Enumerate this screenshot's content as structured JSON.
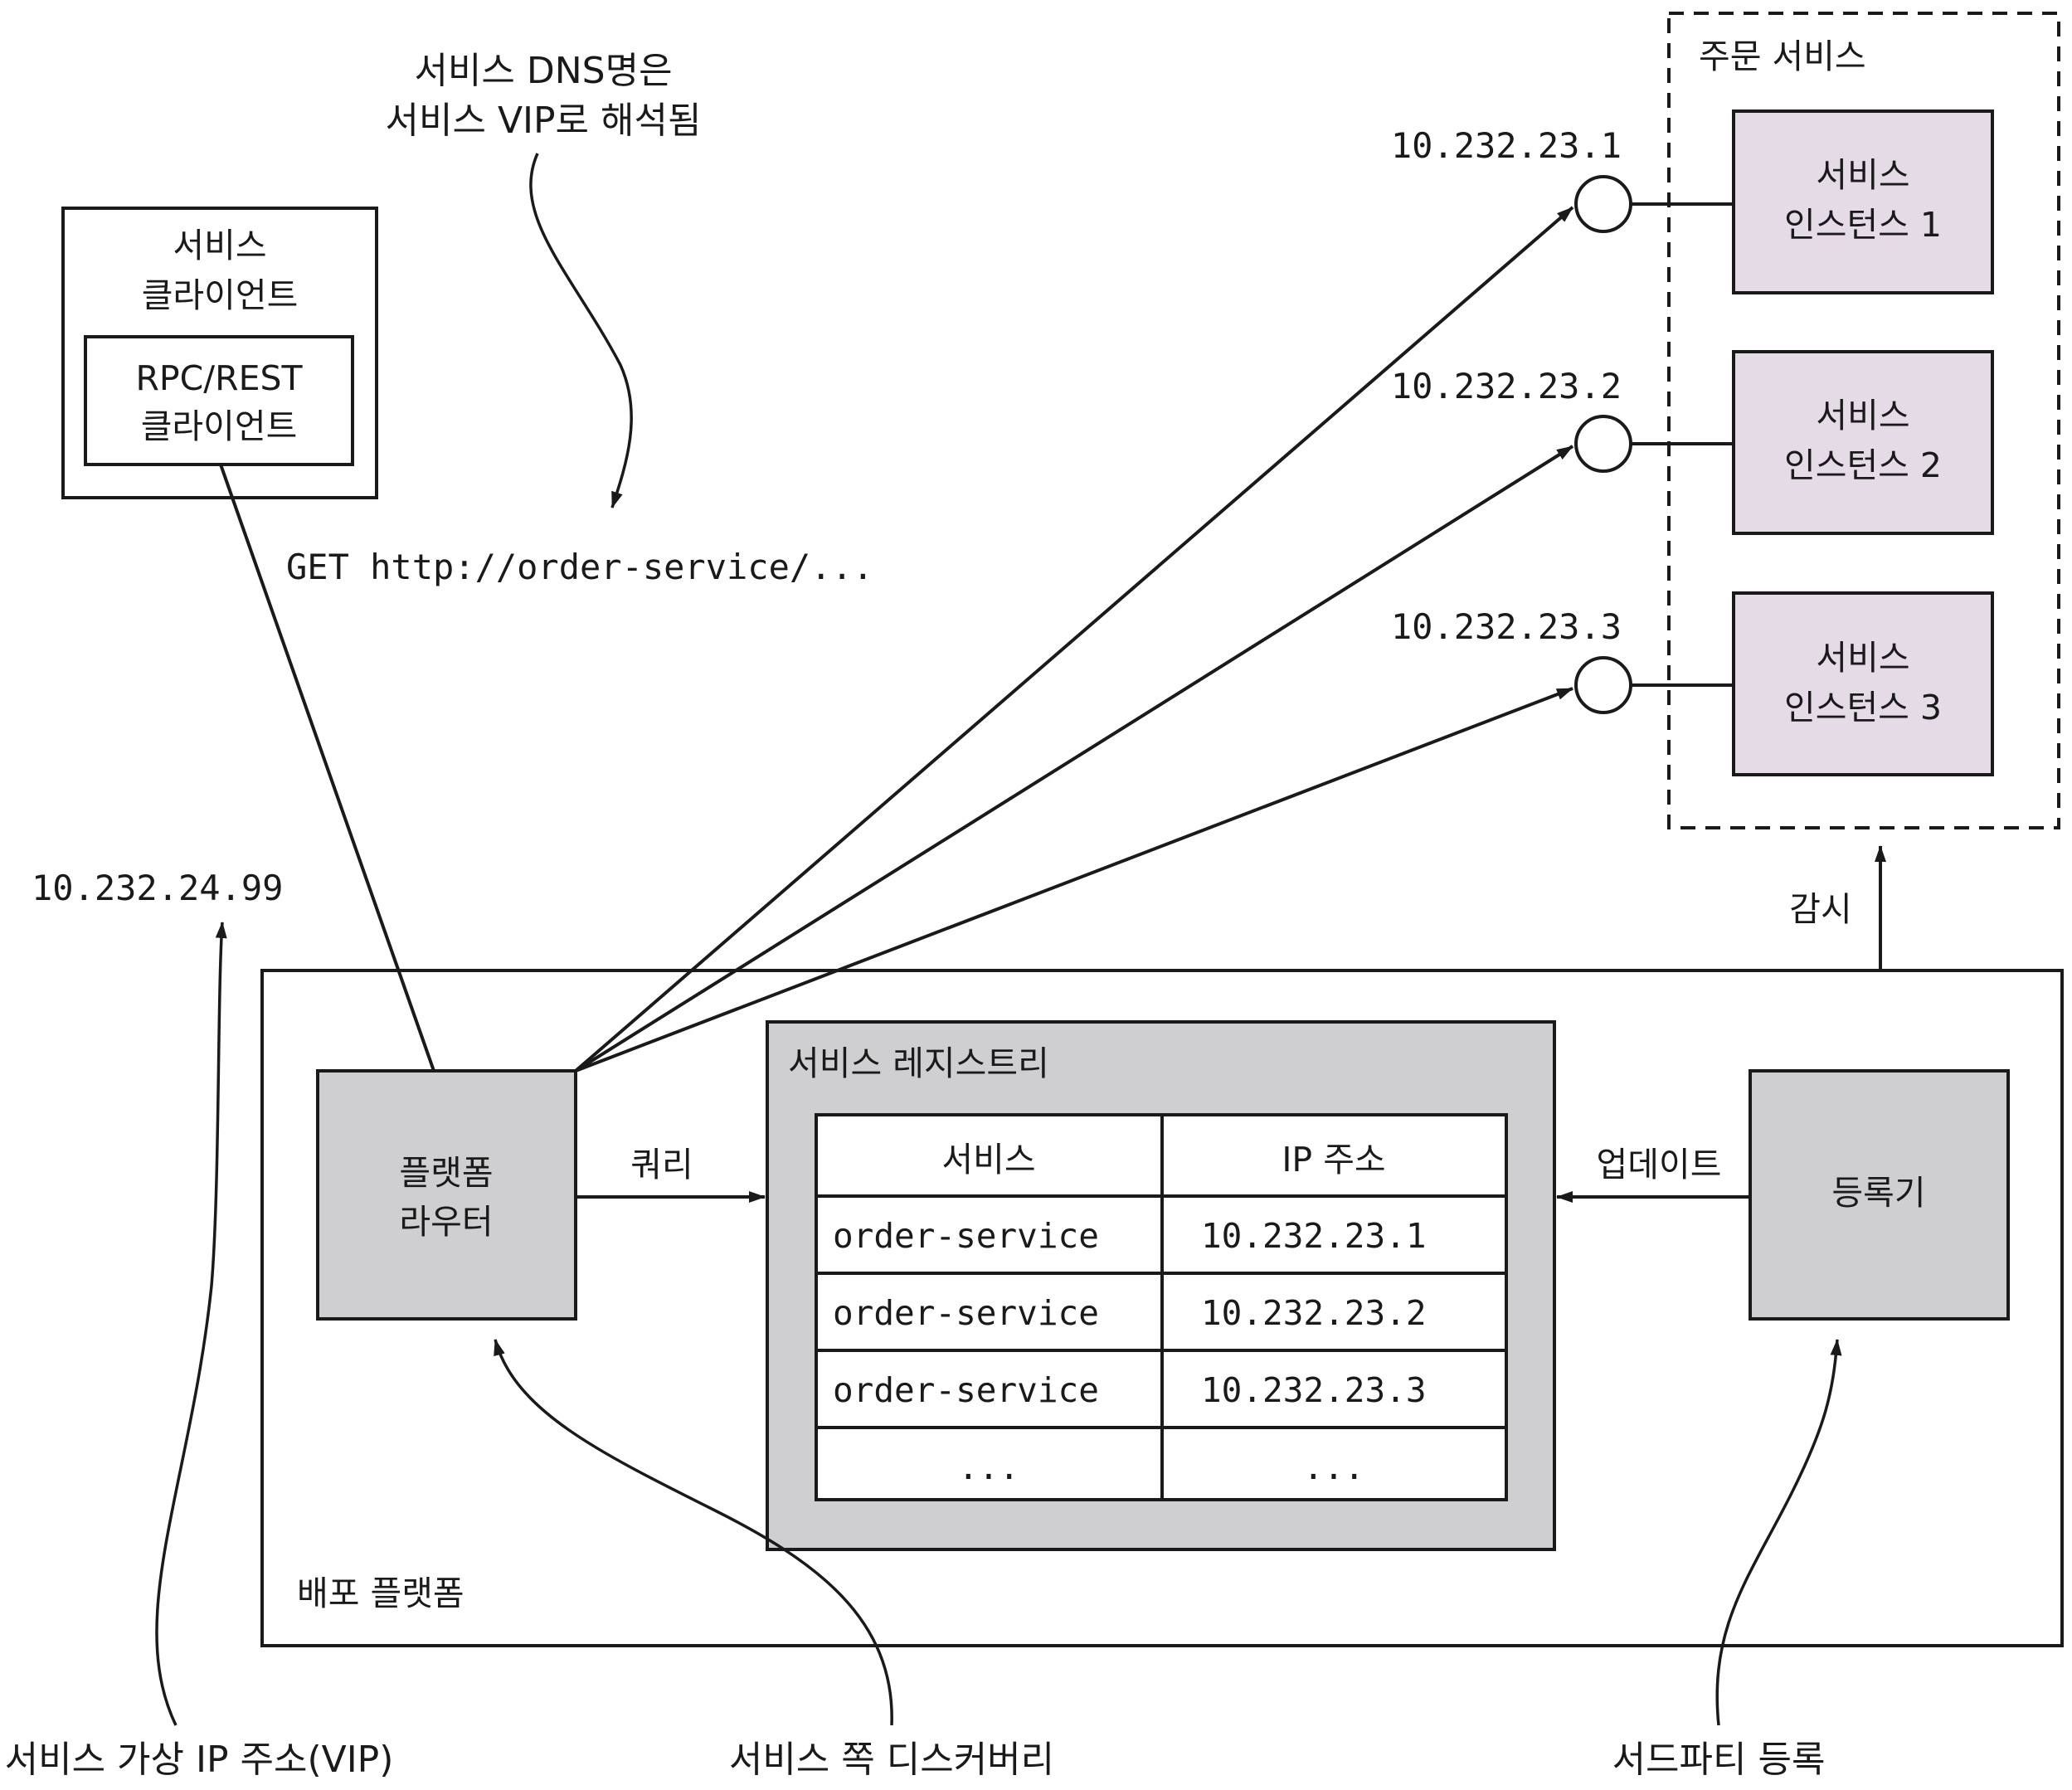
{
  "annotations": {
    "dns_note_line1": "서비스 DNS명은",
    "dns_note_line2": "서비스 VIP로 해석됨",
    "get_request": "GET http://order-service/...",
    "vip_address": "10.232.24.99",
    "vip_caption": "서비스 가상 IP 주소(VIP)",
    "server_side_caption": "서비스 쪽 디스커버리",
    "third_party_caption": "서드파티 등록"
  },
  "client": {
    "title_line1": "서비스",
    "title_line2": "클라이언트",
    "inner_line1": "RPC/REST",
    "inner_line2": "클라이언트"
  },
  "platform": {
    "label": "배포 플랫폼",
    "router_line1": "플랫폼",
    "router_line2": "라우터",
    "query_label": "쿼리",
    "update_label": "업데이트",
    "registrar": "등록기",
    "watch_label": "감시"
  },
  "registry": {
    "title": "서비스 레지스트리",
    "columns": [
      "서비스",
      "IP 주소"
    ],
    "rows": [
      [
        "order-service",
        "10.232.23.1"
      ],
      [
        "order-service",
        "10.232.23.2"
      ],
      [
        "order-service",
        "10.232.23.3"
      ],
      [
        "...",
        "..."
      ]
    ]
  },
  "order_service": {
    "title": "주문 서비스",
    "instances": [
      {
        "line1": "서비스",
        "line2": "인스턴스 1",
        "ip": "10.232.23.1"
      },
      {
        "line1": "서비스",
        "line2": "인스턴스 2",
        "ip": "10.232.23.2"
      },
      {
        "line1": "서비스",
        "line2": "인스턴스 3",
        "ip": "10.232.23.3"
      }
    ]
  },
  "colors": {
    "gray_box": "#cfcfd2",
    "instance_box": "#e4dbe7",
    "line": "#1a1a1a"
  }
}
